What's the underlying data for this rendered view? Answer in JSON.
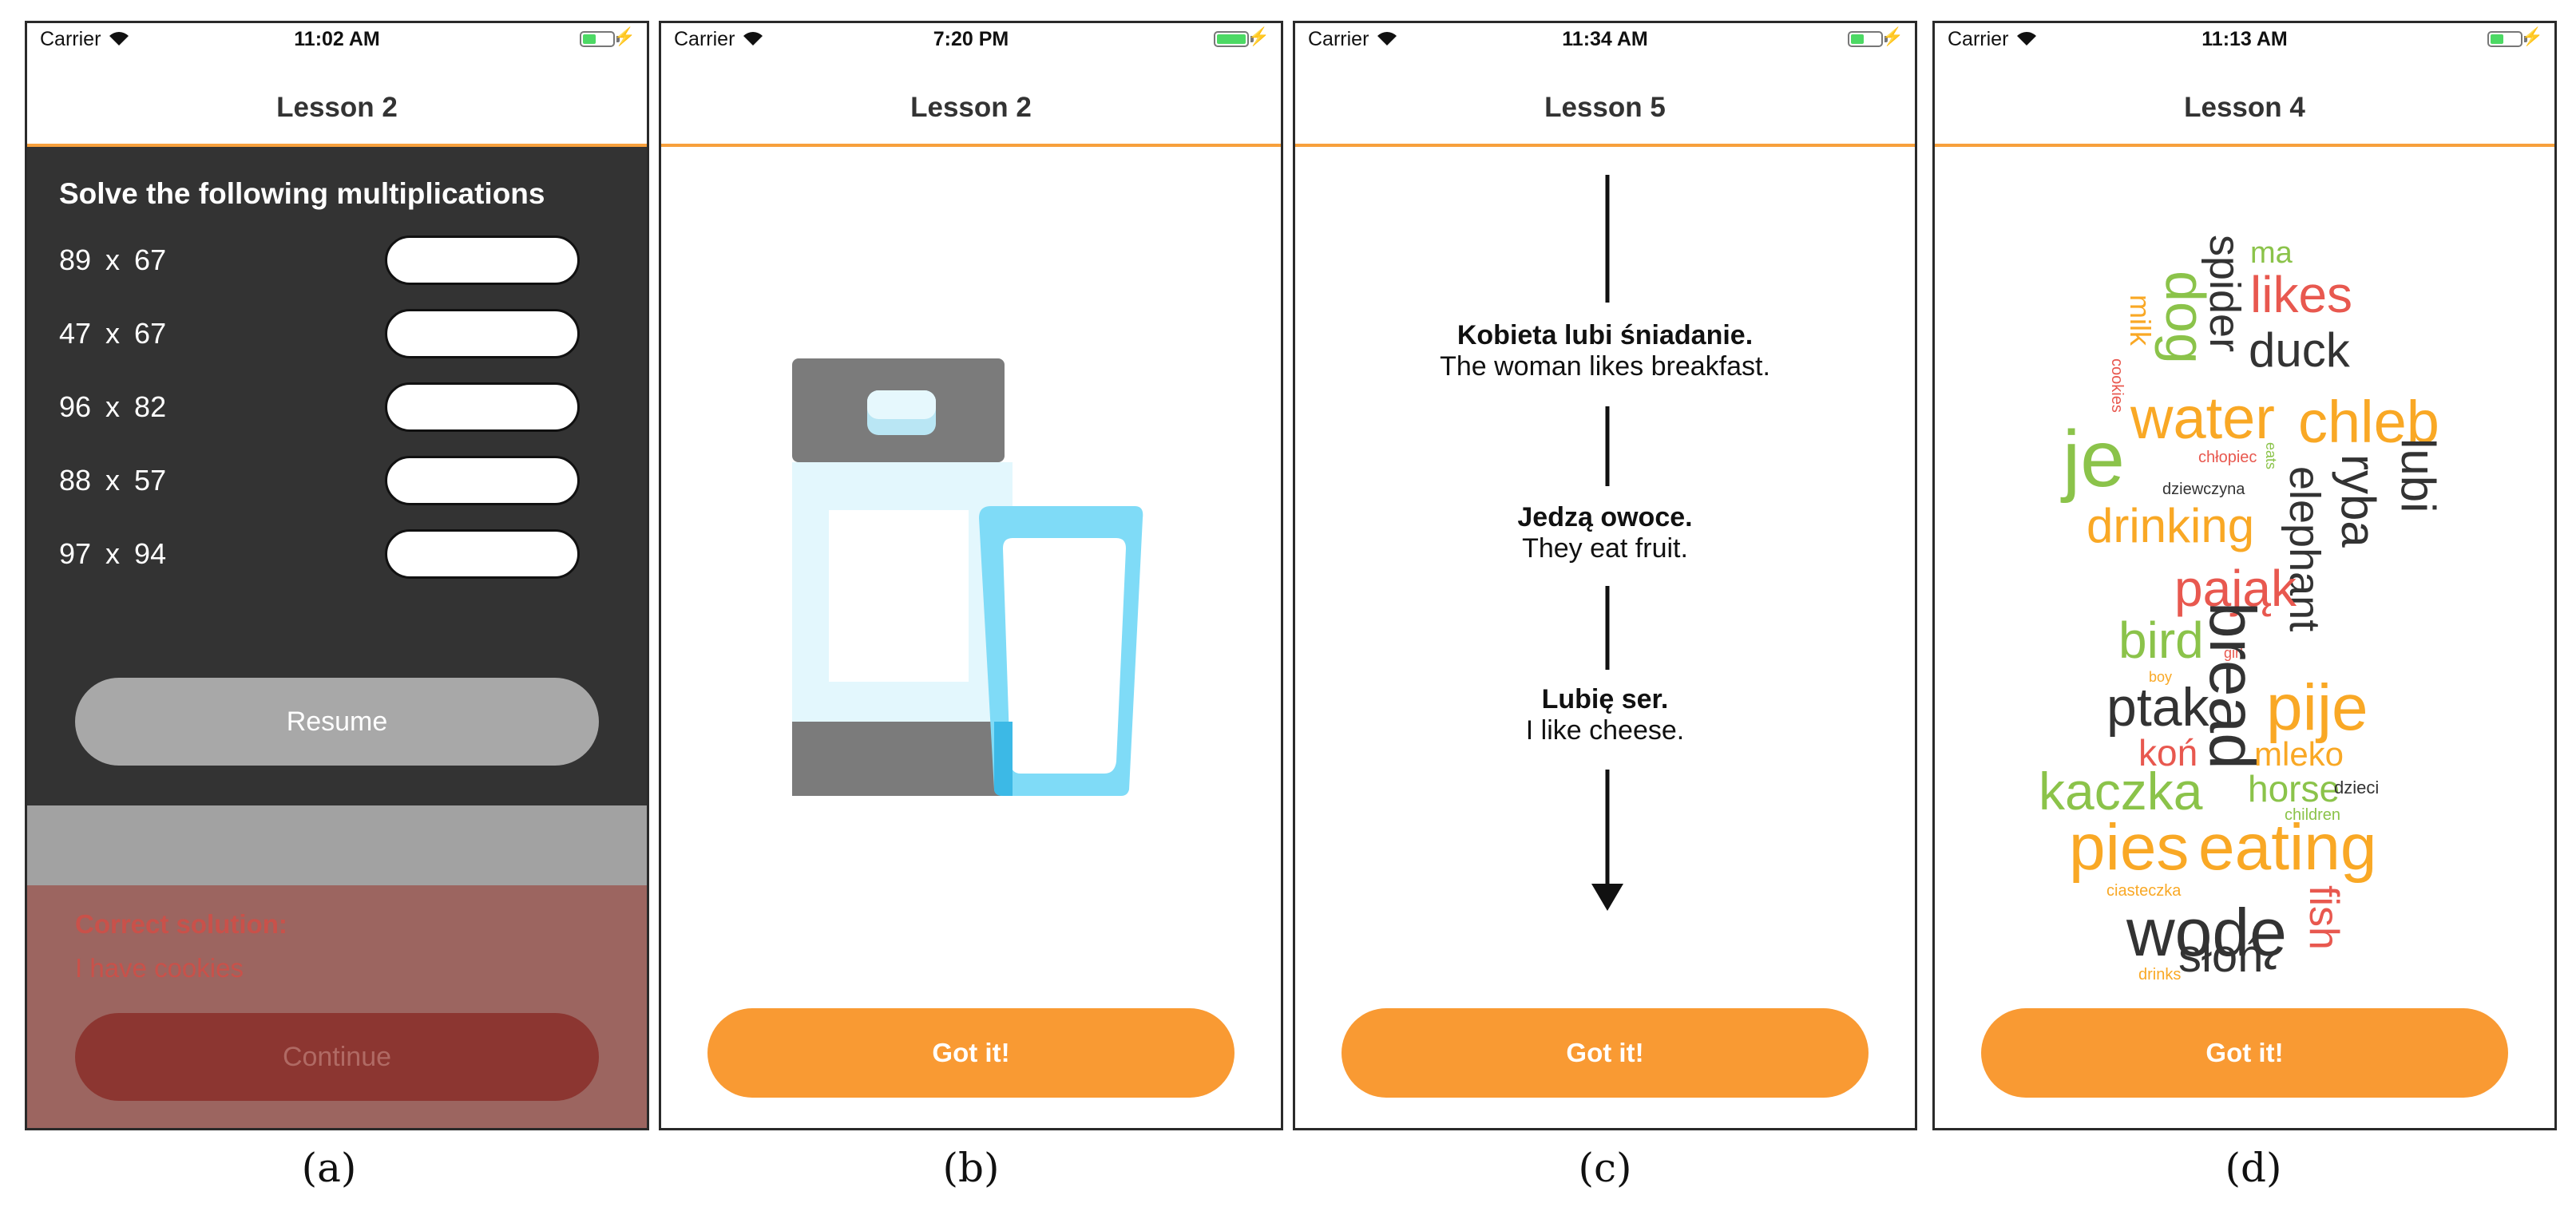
{
  "status": {
    "carrier": "Carrier",
    "bolt": "⚡",
    "times": [
      "11:02 AM",
      "7:20 PM",
      "11:34 AM",
      "11:13 AM"
    ]
  },
  "screens": {
    "a": {
      "nav_title": "Lesson 2",
      "instruction": "Solve the following multiplications",
      "problems": [
        "89  x  67",
        "47  x  67",
        "96  x  82",
        "88  x  57",
        "97  x  94"
      ],
      "resume_label": "Resume",
      "feedback_title": "Correct solution:",
      "feedback_text": "I have cookies",
      "continue_label": "Continue"
    },
    "b": {
      "nav_title": "Lesson 2",
      "button_label": "Got it!"
    },
    "c": {
      "nav_title": "Lesson 5",
      "sentences": [
        {
          "polish": "Kobieta lubi śniadanie.",
          "english": "The woman likes breakfast."
        },
        {
          "polish": "Jedzą owoce.",
          "english": "They eat fruit."
        },
        {
          "polish": "Lubię ser.",
          "english": "I like cheese."
        }
      ],
      "button_label": "Got it!"
    },
    "d": {
      "nav_title": "Lesson 4",
      "button_label": "Got it!",
      "words": [
        "ma",
        "likes",
        "spider",
        "duck",
        "dog",
        "milk",
        "cookies",
        "water",
        "chleb",
        "je",
        "chłopiec",
        "eats",
        "ryba",
        "lubi",
        "dziewczyna",
        "drinking",
        "elephant",
        "pająk",
        "bird",
        "girl",
        "boy",
        "ptak",
        "bread",
        "pije",
        "koń",
        "mleko",
        "kaczka",
        "horse",
        "dzieci",
        "children",
        "pies",
        "eating",
        "ciasteczka",
        "wodę",
        "fish",
        "drinks",
        "słoń"
      ]
    }
  },
  "captions": [
    "(a)",
    "(b)",
    "(c)",
    "(d)"
  ],
  "colors": {
    "accent": "#f99a33",
    "dark": "#333333",
    "error": "#c9514a",
    "green": "#8bc34a",
    "red": "#e8584f"
  }
}
